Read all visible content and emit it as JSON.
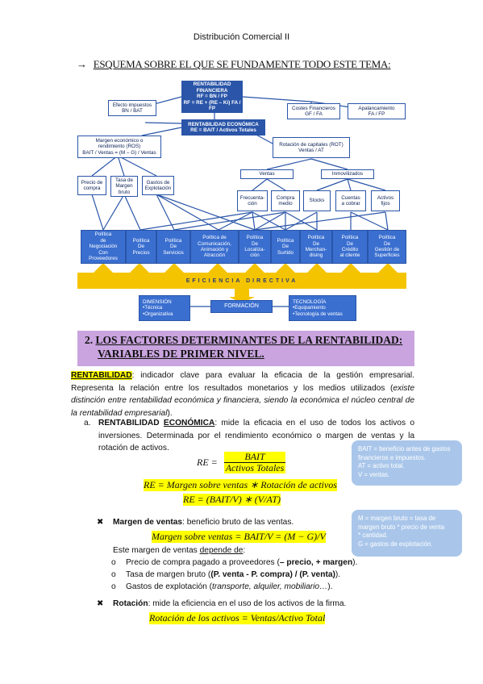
{
  "header": "Distribución Comercial II",
  "schema_title": "ESQUEMA SOBRE EL QUE SE FUNDAMENTE TODO ESTE TEMA:",
  "arrow": "→",
  "diagram": {
    "rf": [
      "RENTABILIDAD FINANCIERA",
      "RF = BN / FP",
      "RF = RE + (RE – Ki) FA / FP"
    ],
    "efecto": [
      "Efecto impuestos",
      "BN / BAT"
    ],
    "costes": [
      "Costes Financieros",
      "GF / FA"
    ],
    "apalancamiento": [
      "Apalancamiento",
      "FA / FP"
    ],
    "re": [
      "RENTABILIDAD ECONÓMICA",
      "RE = BAIT / Activos Totales"
    ],
    "ros": [
      "Margen económico o",
      "rendimiento (ROS)",
      "BAIT / Ventas = (M – G) / Ventas"
    ],
    "rot": [
      "Rotación de capitales (ROT)",
      "Ventas / AT"
    ],
    "ventas": "Ventas",
    "inmovilizados": "Inmovilizados",
    "precio_compra": [
      "Precio de",
      "compra"
    ],
    "tasa_margen": [
      "Tasa de",
      "Margen",
      "bruto"
    ],
    "gastos": [
      "Gastos de",
      "Explotación"
    ],
    "frecuentacion": [
      "Frecuenta-",
      "ción"
    ],
    "compra_medio": [
      "Compra",
      "medio"
    ],
    "stocks": "Stocks",
    "cuentas": [
      "Cuentas",
      "a cobrar"
    ],
    "activos_fijos": [
      "Activos",
      "fijos"
    ],
    "politicas": [
      [
        "Política",
        "de",
        "Negociación",
        "Con",
        "Proveedores"
      ],
      [
        "Política",
        "De",
        "Precios"
      ],
      [
        "Política",
        "De",
        "Servicios"
      ],
      [
        "Política de",
        "Comunicación,",
        "Animación y",
        "Atracción"
      ],
      [
        "Política",
        "De",
        "Localiza-",
        "ción"
      ],
      [
        "Política",
        "De",
        "Surtido"
      ],
      [
        "Política",
        "De",
        "Merchan-",
        "dising"
      ],
      [
        "Política",
        "De",
        "Crédito",
        "al cliente"
      ],
      [
        "Política",
        "De",
        "Gestión de",
        "Superficies"
      ]
    ],
    "eficiencia": "EFICIENCIA DIRECTIVA",
    "dimension": [
      "DIMENSIÓN",
      "•Técnica",
      "•Organizativa"
    ],
    "formacion": "FORMACIÓN",
    "tecnologia": [
      "TECNOLOGÍA",
      "•Equipamiento",
      "•Tecnología de ventas"
    ]
  },
  "section": {
    "number": "2.",
    "title_line1": "LOS FACTORES DETERMINANTES DE LA RENTABILIDAD:",
    "title_line2": "VARIABLES DE PRIMER NIVEL."
  },
  "rentabilidad": {
    "term": "RENTABILIDAD",
    "text1": ": indicador clave para evaluar la eficacia de la gestión empresarial. Representa la relación entre los resultados monetarios y los medios utilizados (",
    "italic": "existe distinción entre rentabilidad económica y financiera, siendo la económica el núcleo central de la rentabilidad empresarial",
    "text2": ")."
  },
  "item_a": {
    "label": "a.",
    "term1": "RENTABILIDAD ",
    "term2": "ECONÓMICA",
    "text": ": mide la eficacia en el uso de todos los activos o inversiones. Determinada por el rendimiento económico o margen de ventas y la rotación de activos."
  },
  "formulas": {
    "re_lhs": "RE =",
    "re_num": "BAIT",
    "re_den": "Activos Totales",
    "re_margin": "RE = Margen sobre ventas ∗ Rotación de activos",
    "re_ratio": "RE = (BAIT/V) ∗ (V/AT)",
    "margen": "Margen sobre ventas = BAIT/V = (M − G)/V",
    "rotacion": "Rotación de los activos = Ventas/Activo Total"
  },
  "note1": [
    "BAIT = beneficio antes de gastos",
    "financieros e impuestos.",
    "AT = activo total.",
    "V = ventas."
  ],
  "note2": [
    "M = margen bruto = tasa de",
    "margen bruto * precio de venta",
    "* cantidad.",
    "G = gastos de explotación."
  ],
  "margen": {
    "bullet": "✖",
    "term": "Margen de ventas",
    "text": ": beneficio bruto de las ventas.",
    "depende_prefix": "Este margen de ventas ",
    "depende_u": "depende de",
    "depende_suffix": ":",
    "subitems": [
      {
        "prefix": "Precio de compra pagado a proveedores (",
        "bold": "– precio, + margen",
        "suffix": ")."
      },
      {
        "prefix": "Tasa de margen bruto (",
        "bold": "(P. venta - P. compra) / (P. venta)",
        "suffix": ")."
      },
      {
        "prefix": "Gastos de explotación (",
        "bold": "transporte, alquiler, mobiliario…",
        "suffix": ")."
      }
    ],
    "sub_bullet": "o"
  },
  "rotacion": {
    "bullet": "✖",
    "term": "Rotación",
    "text": ": mide la eficiencia en el uso de los activos de la firma."
  }
}
